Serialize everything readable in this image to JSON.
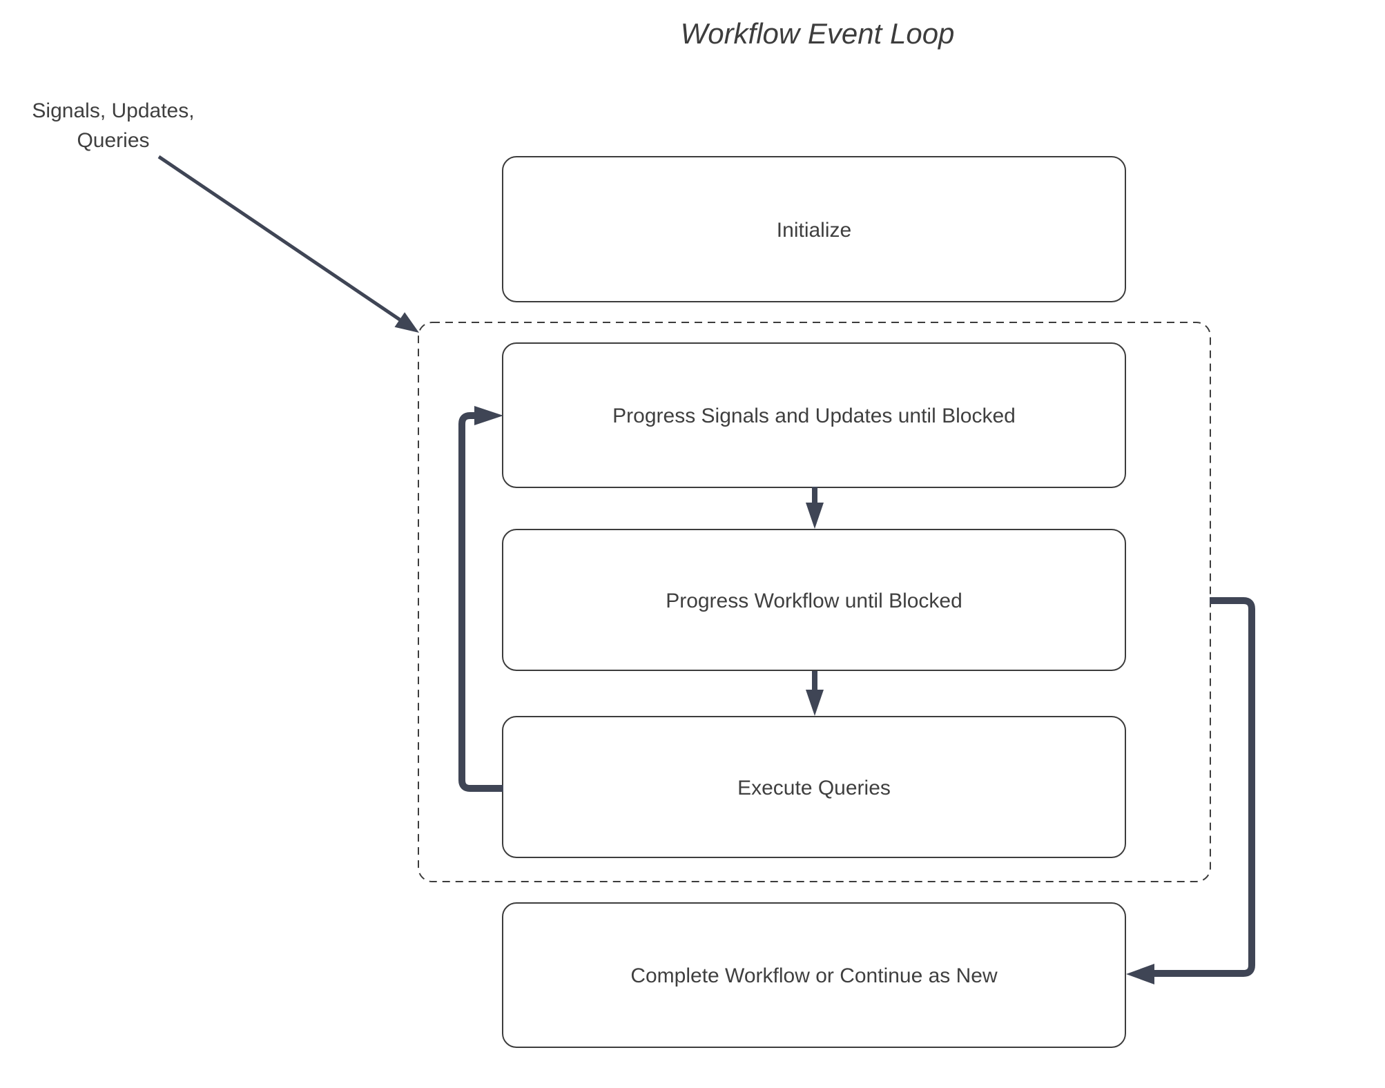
{
  "title": "Workflow Event Loop",
  "colors": {
    "connector": "#3f4555",
    "box_border": "#3c3c3c",
    "text": "#3f3f3f",
    "title_text": "#3d3d3d",
    "background": "#ffffff"
  },
  "external_input": {
    "label_line1": "Signals, Updates,",
    "label_line2": "Queries"
  },
  "nodes": {
    "initialize": {
      "label": "Initialize"
    },
    "progress_signals": {
      "label": "Progress Signals and Updates until Blocked"
    },
    "progress_workflow": {
      "label": "Progress Workflow until Blocked"
    },
    "execute_queries": {
      "label": "Execute Queries"
    },
    "complete_workflow": {
      "label": "Complete Workflow or Continue as New"
    }
  }
}
